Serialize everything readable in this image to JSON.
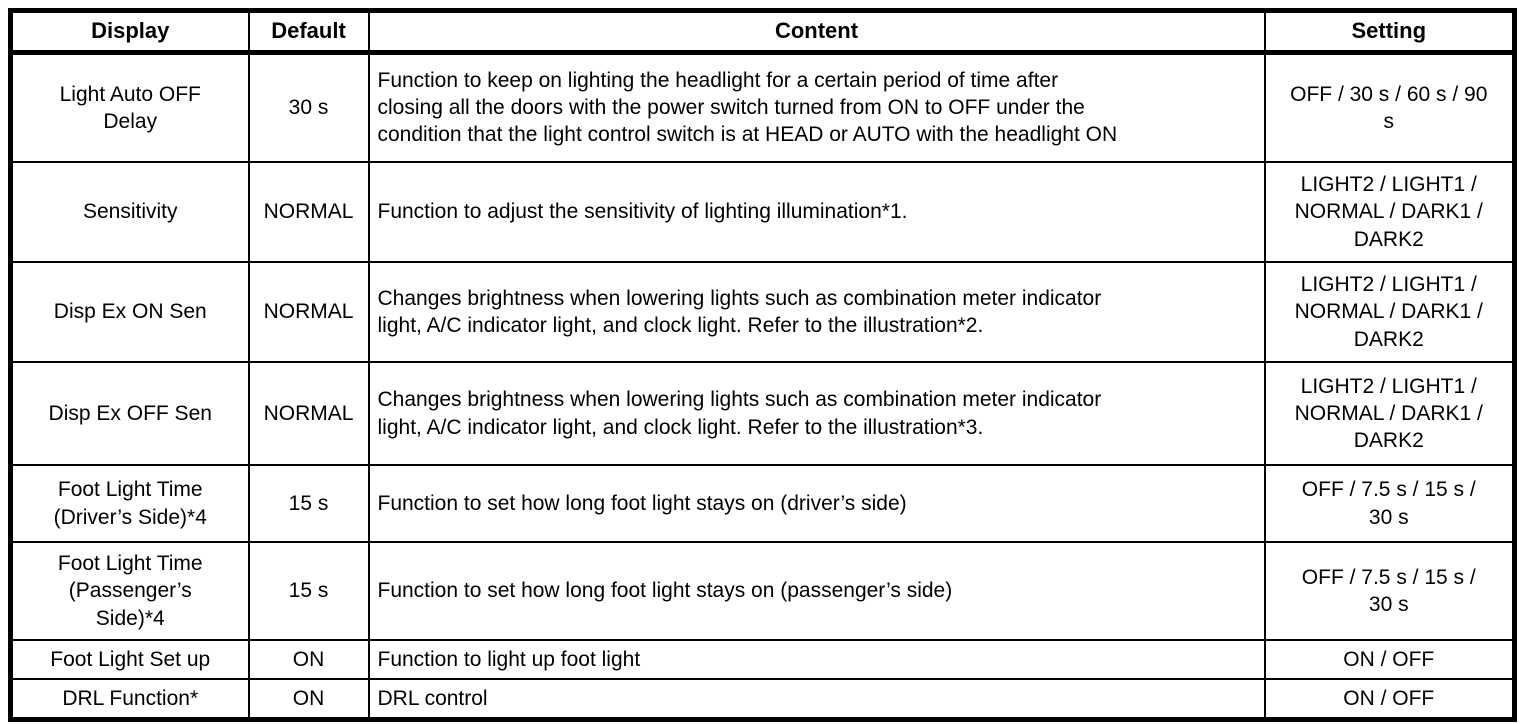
{
  "page": {
    "background_color": "#ffffff",
    "border_color": "#000000",
    "text_color": "#000000"
  },
  "table": {
    "columns": [
      {
        "key": "display",
        "label": "Display"
      },
      {
        "key": "default",
        "label": "Default"
      },
      {
        "key": "content",
        "label": "Content"
      },
      {
        "key": "setting",
        "label": "Setting"
      }
    ],
    "rows": [
      {
        "display": "Light Auto OFF\nDelay",
        "default": "30 s",
        "content": "Function to keep on lighting the headlight for a certain period of time after\nclosing all the doors with the power switch turned from ON to OFF under the\ncondition that the light control switch is at HEAD or AUTO with the headlight ON",
        "setting": "OFF / 30 s / 60 s / 90\ns"
      },
      {
        "display": "Sensitivity",
        "default": "NORMAL",
        "content": "Function to adjust the sensitivity of lighting illumination*1.",
        "setting": "LIGHT2 / LIGHT1 /\nNORMAL / DARK1 /\nDARK2"
      },
      {
        "display": "Disp Ex ON Sen",
        "default": "NORMAL",
        "content": "Changes brightness when lowering lights such as combination meter indicator\nlight, A/C indicator light, and clock light. Refer to the illustration*2.",
        "setting": "LIGHT2 / LIGHT1 /\nNORMAL / DARK1 /\nDARK2"
      },
      {
        "display": "Disp Ex OFF Sen",
        "default": "NORMAL",
        "content": "Changes brightness when lowering lights such as combination meter indicator\nlight, A/C indicator light, and clock light. Refer to the illustration*3.",
        "setting": "LIGHT2 / LIGHT1 /\nNORMAL / DARK1 /\nDARK2"
      },
      {
        "display": "Foot Light Time\n(Driver’s Side)*4",
        "default": "15 s",
        "content": "Function to set how long foot light stays on (driver’s side)",
        "setting": "OFF / 7.5 s / 15 s /\n30 s"
      },
      {
        "display": "Foot Light Time\n(Passenger’s\nSide)*4",
        "default": "15 s",
        "content": "Function to set how long foot light stays on (passenger’s side)",
        "setting": "OFF / 7.5 s / 15 s /\n30 s"
      },
      {
        "display": "Foot Light Set up",
        "default": "ON",
        "content": "Function to light up foot light",
        "setting": "ON / OFF"
      },
      {
        "display": "DRL Function*",
        "default": "ON",
        "content": "DRL control",
        "setting": "ON / OFF"
      }
    ]
  }
}
